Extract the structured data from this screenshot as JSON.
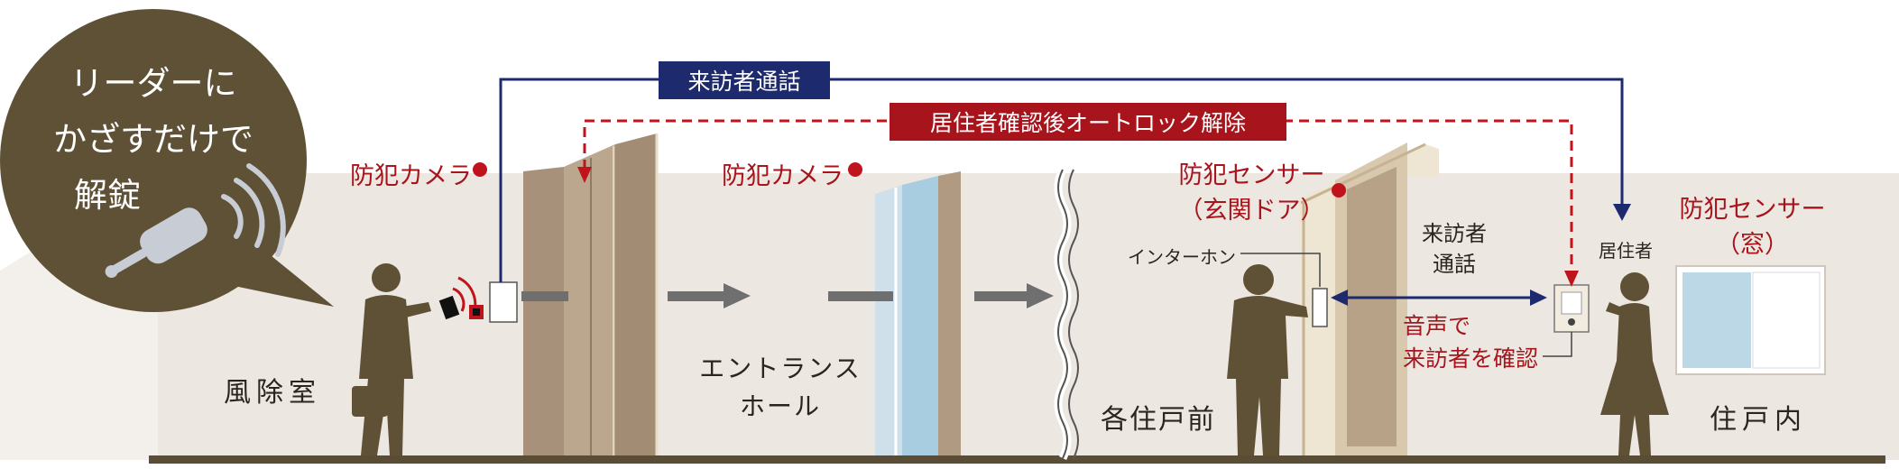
{
  "bubble": {
    "line1": "リーダーに",
    "line2": "かざすだけで",
    "line3": "解錠"
  },
  "flows": {
    "visitor_call": "来訪者通話",
    "autolock_release": "居住者確認後オートロック解除"
  },
  "cameras": {
    "camera1": "防犯カメラ",
    "camera2": "防犯カメラ"
  },
  "door_sensor": {
    "line1": "防犯センサー",
    "line2": "（玄関ドア）"
  },
  "window_sensor": {
    "line1": "防犯センサー",
    "line2": "（窓）"
  },
  "rooms": {
    "windbreak": "風除室",
    "hall_line1": "エントランス",
    "hall_line2": "ホール",
    "front": "各住戸前",
    "inside": "住戸内"
  },
  "labels": {
    "intercom": "インターホン",
    "resident": "居住者",
    "call_line1": "来訪者",
    "call_line2": "通話",
    "voice_line1": "音声で",
    "voice_line2": "来訪者を確認"
  },
  "colors": {
    "navy": "#1d2a6e",
    "red": "#a8141c",
    "olive": "#5e5136",
    "wall": "#ece7e1",
    "panel": "#a8917a",
    "floor": "#5a4c35"
  }
}
